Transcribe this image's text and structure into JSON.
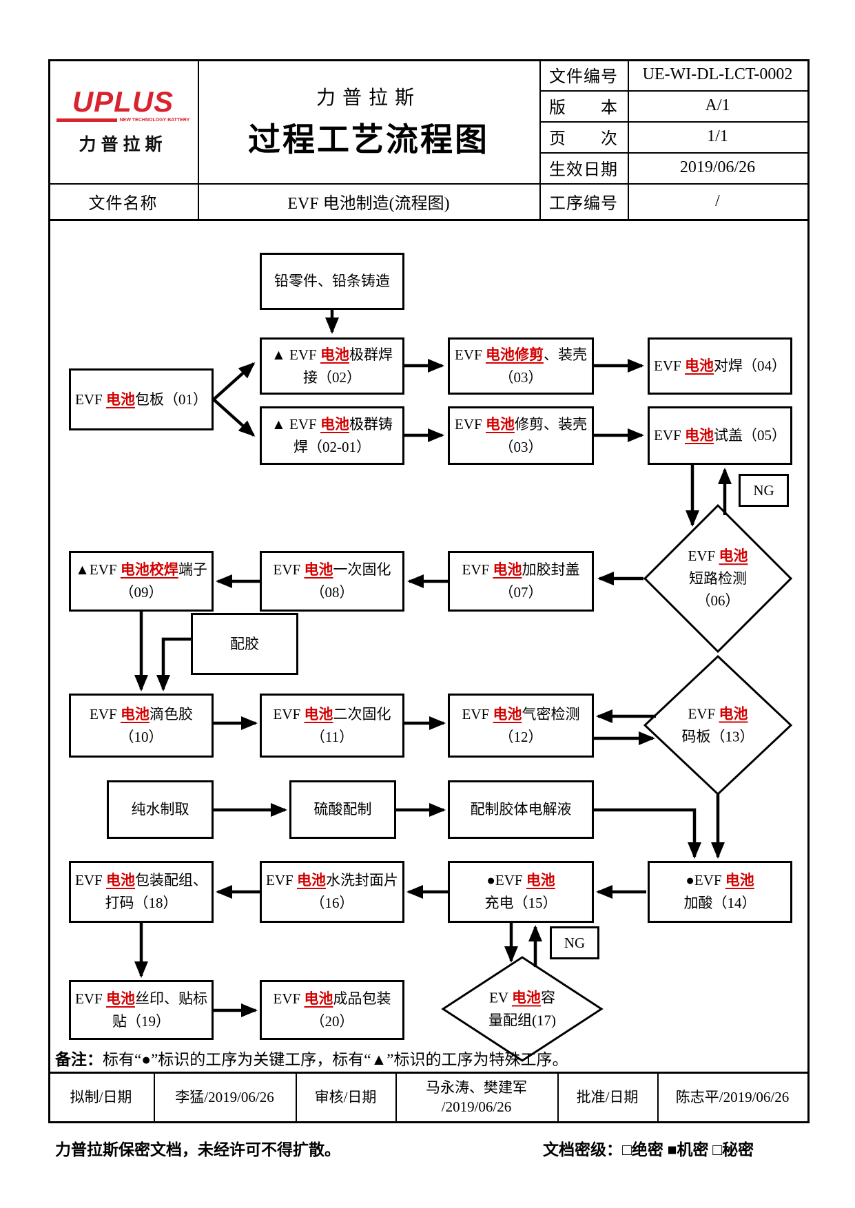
{
  "logo": {
    "wordmark": "UPLUS",
    "tagline": "NEW TECHNOLOGY BATTERY",
    "company_cn": "力普拉斯"
  },
  "header": {
    "company": "力普拉斯",
    "title": "过程工艺流程图",
    "doc_no_label": "文件编号",
    "doc_no": "UE-WI-DL-LCT-0002",
    "version_label": "版　　本",
    "version": "A/1",
    "page_label": "页　　次",
    "page": "1/1",
    "effective_label": "生效日期",
    "effective": "2019/06/26",
    "file_name_label": "文件名称",
    "file_name": "EVF 电池制造(流程图)",
    "process_no_label": "工序编号",
    "process_no": "/"
  },
  "flow": {
    "cast": {
      "pre": "铅零件、铅条铸造",
      "red": "",
      "suf": ""
    },
    "n01": {
      "pre": "EVF ",
      "red": "电池",
      "suf": "包板（01）"
    },
    "n02": {
      "pre": "▲ EVF ",
      "red": "电池",
      "suf": "极群焊接（02）"
    },
    "n02_01": {
      "pre": "▲ EVF ",
      "red": "电池",
      "suf": "极群铸焊（02-01）"
    },
    "n03a": {
      "pre": "EVF ",
      "red": "电池修剪",
      "suf": "、装壳（03）"
    },
    "n03b": {
      "pre": "EVF ",
      "red": "电池",
      "suf": "修剪、装壳（03）"
    },
    "n04": {
      "pre": "EVF ",
      "red": "电池",
      "suf": "对焊（04）"
    },
    "n05": {
      "pre": "EVF ",
      "red": "电池",
      "suf": "试盖（05）"
    },
    "ng1": {
      "label": "NG"
    },
    "d06": {
      "l1pre": "EVF ",
      "l1red": "电池",
      "l2": "短路检测",
      "l3": "（06）"
    },
    "n07": {
      "pre": "EVF ",
      "red": "电池",
      "suf": "加胶封盖（07）"
    },
    "n08": {
      "pre": "EVF ",
      "red": "电池",
      "suf": "一次固化（08）"
    },
    "n09": {
      "pre": "▲EVF ",
      "red": "电池校焊",
      "suf": "端子（09）"
    },
    "glue": {
      "pre": "配胶",
      "red": "",
      "suf": ""
    },
    "n10": {
      "pre": "EVF ",
      "red": "电池",
      "suf": "滴色胶（10）"
    },
    "n11": {
      "pre": "EVF ",
      "red": "电池",
      "suf": "二次固化（11）"
    },
    "n12": {
      "pre": "EVF ",
      "red": "电池",
      "suf": "气密检测（12）"
    },
    "d13": {
      "l1pre": "EVF ",
      "l1red": "电池",
      "l2": "码板（13）"
    },
    "water": {
      "pre": "纯水制取",
      "red": "",
      "suf": ""
    },
    "acid": {
      "pre": "硫酸配制",
      "red": "",
      "suf": ""
    },
    "elec": {
      "pre": "配制胶体电解液",
      "red": "",
      "suf": ""
    },
    "n14": {
      "pre": "●EVF ",
      "red": "电池",
      "suf": "加酸（14）"
    },
    "n15": {
      "pre": "●EVF ",
      "red": "电池",
      "suf": "充电（15）"
    },
    "n16": {
      "pre": "EVF ",
      "red": "电池",
      "suf": "水洗封面片（16）"
    },
    "ng2": {
      "label": "NG"
    },
    "d17": {
      "l1pre": "EV ",
      "l1red": "电池",
      "l1suf": "容",
      "l2": "量配组(17)"
    },
    "n18": {
      "pre": "EVF ",
      "red": "电池",
      "suf": "包装配组、打码（18）"
    },
    "n19": {
      "pre": "EVF ",
      "red": "电池",
      "suf": "丝印、贴标贴（19）"
    },
    "n20": {
      "pre": "EVF ",
      "red": "电池",
      "suf": "成品包装（20）"
    }
  },
  "note": {
    "label": "备注：",
    "text": "标有“●”标识的工序为关键工序，标有“▲”标识的工序为特殊工序。"
  },
  "footer": {
    "prep_label": "拟制/日期",
    "prep_value": "李猛/2019/06/26",
    "review_label": "审核/日期",
    "review_value1": "马永涛、樊建军",
    "review_value2": "/2019/06/26",
    "approve_label": "批准/日期",
    "approve_value": "陈志平/2019/06/26"
  },
  "bottom": {
    "left": "力普拉斯保密文档，未经许可不得扩散。",
    "right": "文档密级：□绝密 ■机密 □秘密"
  }
}
